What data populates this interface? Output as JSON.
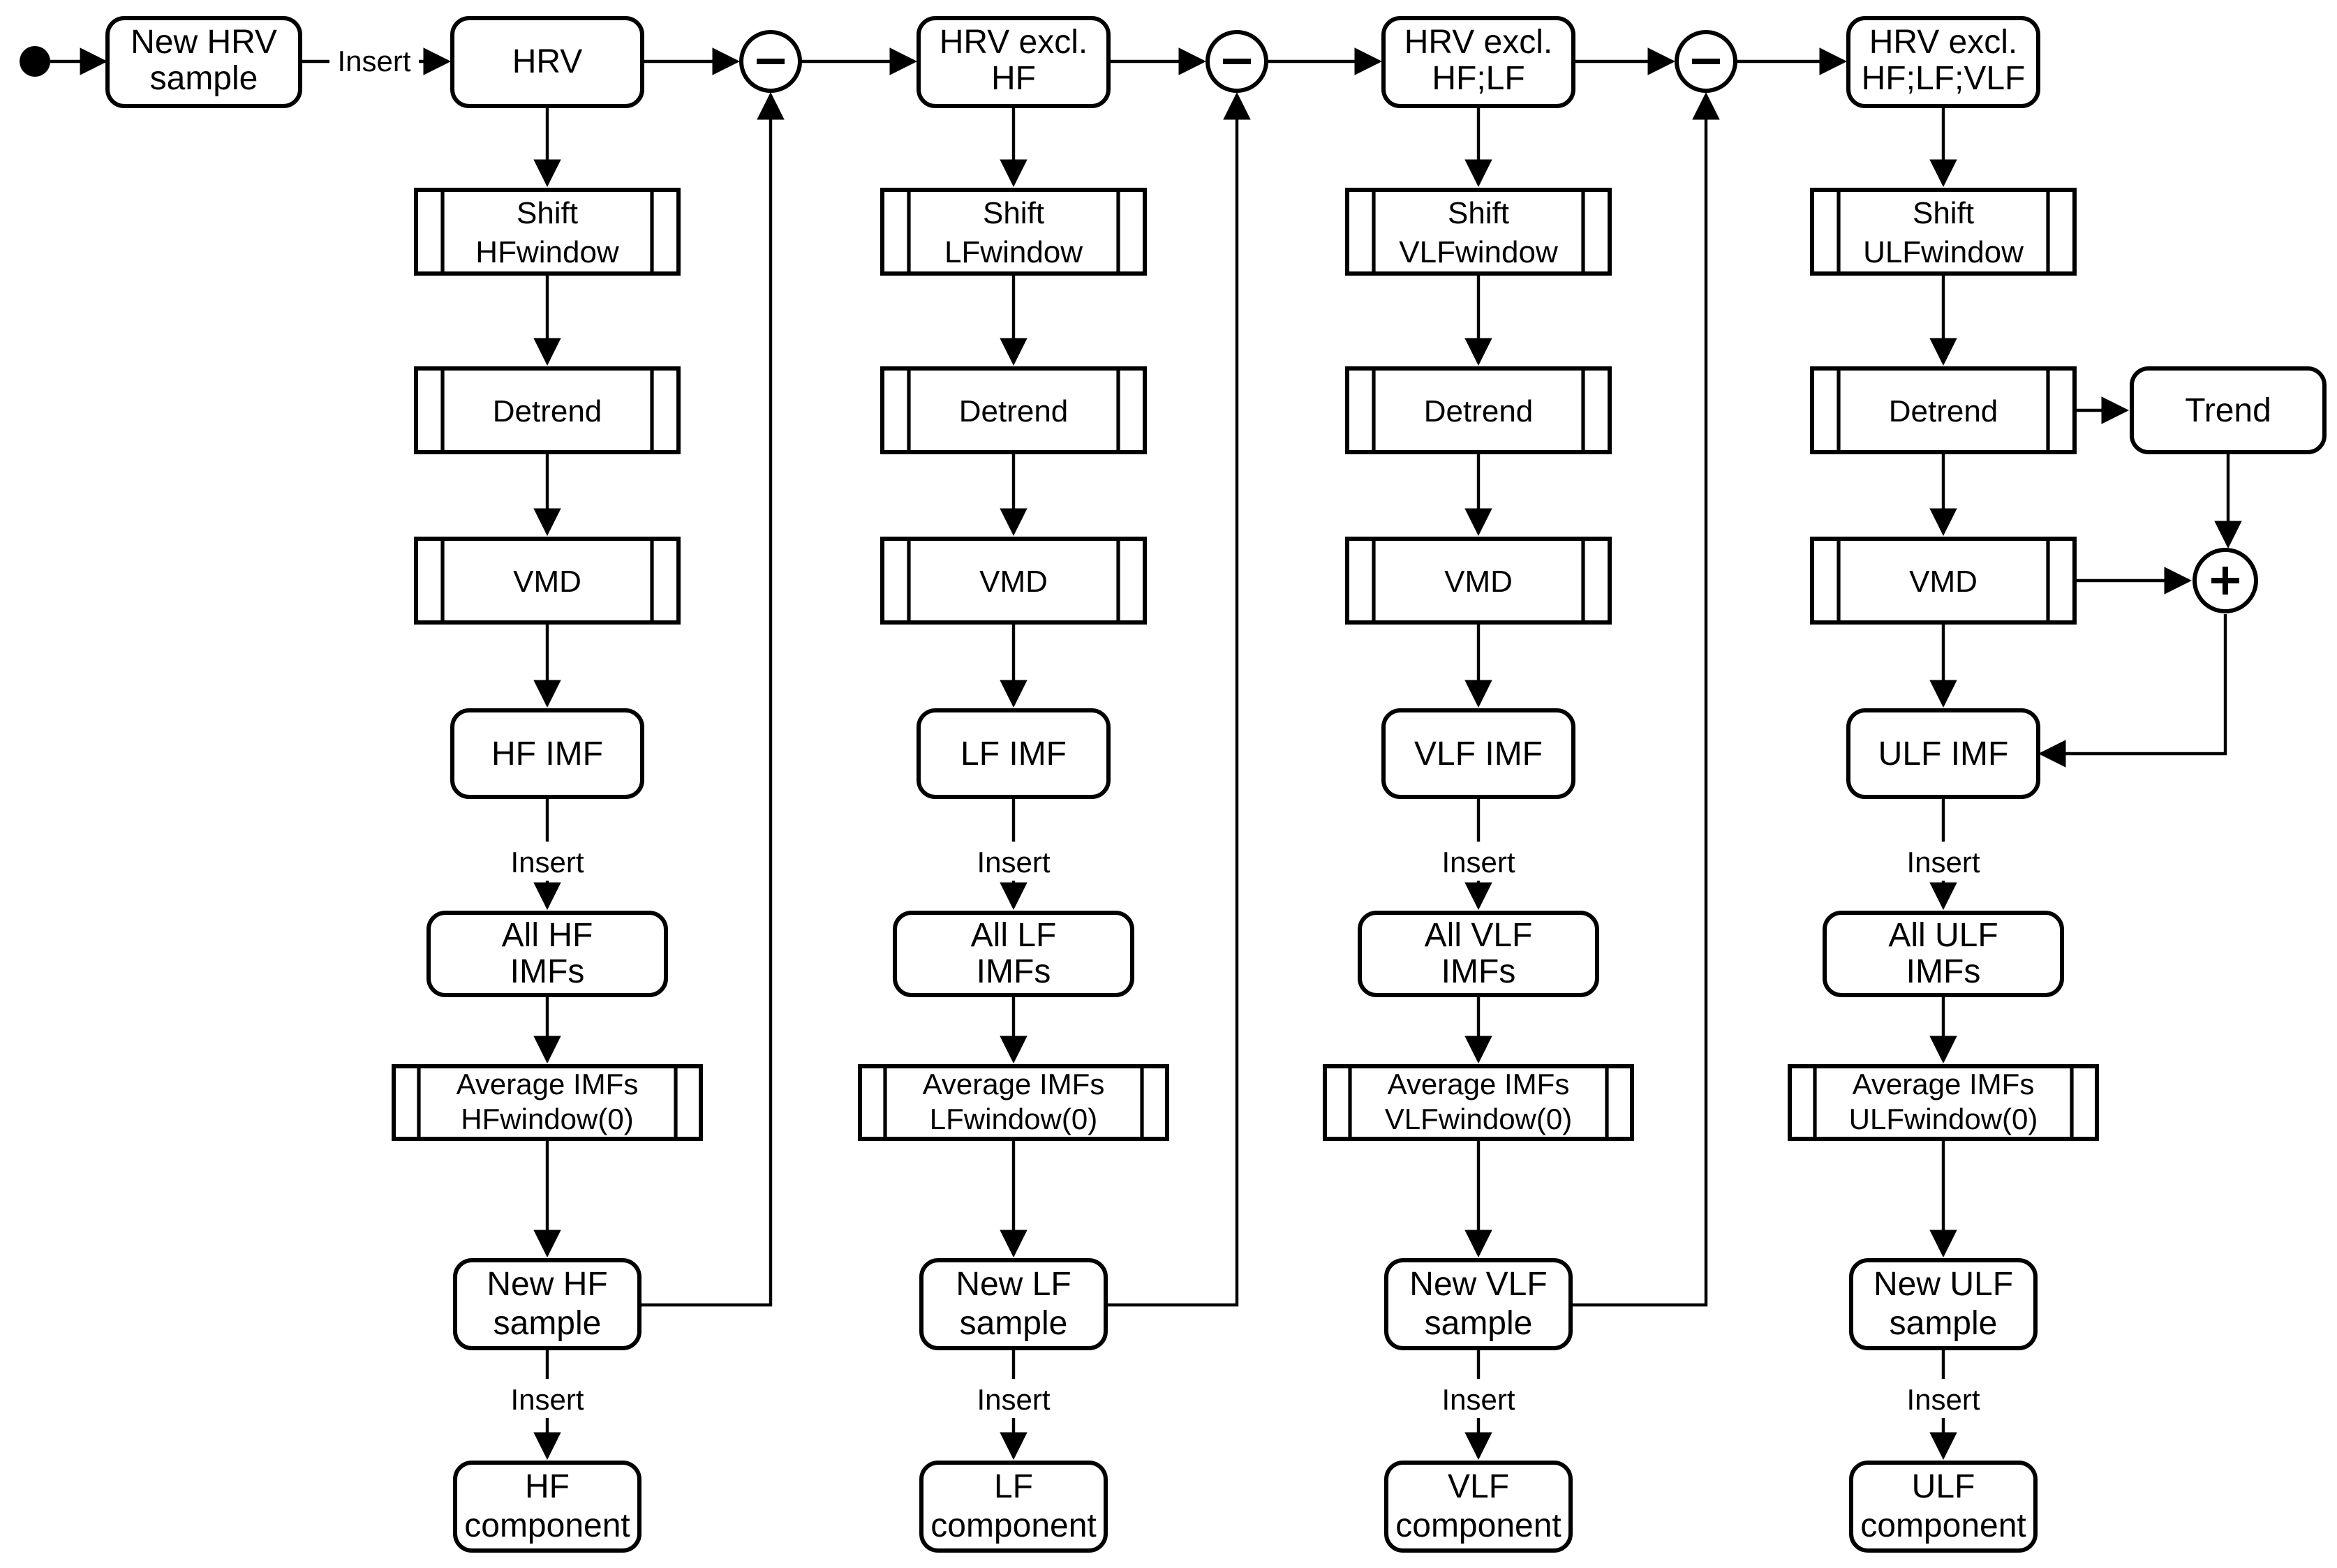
{
  "colors": {
    "background": "#ffffff",
    "stroke": "#000000"
  },
  "icons": {
    "start": "●",
    "minus": "−",
    "plus": "+",
    "arrow": "➤"
  },
  "start_flow": {
    "sample_box": [
      "New HRV",
      "sample"
    ],
    "insert_label": "Insert"
  },
  "trend": {
    "label": "Trend"
  },
  "columns": [
    {
      "band": "HF",
      "source": [
        "HRV",
        ""
      ],
      "shift": [
        "Shift",
        "HFwindow"
      ],
      "detrend_label": "Detrend",
      "vmd_label": "VMD",
      "imf_label": "HF IMF",
      "insert_imf_label": "Insert",
      "all_imfs": [
        "All HF",
        "IMFs"
      ],
      "average": [
        "Average IMFs",
        "HFwindow(0)"
      ],
      "new_sample": [
        "New HF",
        "sample"
      ],
      "insert_component_label": "Insert",
      "component": [
        "HF",
        "component"
      ]
    },
    {
      "band": "LF",
      "source": [
        "HRV excl.",
        "HF"
      ],
      "shift": [
        "Shift",
        "LFwindow"
      ],
      "detrend_label": "Detrend",
      "vmd_label": "VMD",
      "imf_label": "LF IMF",
      "insert_imf_label": "Insert",
      "all_imfs": [
        "All LF",
        "IMFs"
      ],
      "average": [
        "Average IMFs",
        "LFwindow(0)"
      ],
      "new_sample": [
        "New LF",
        "sample"
      ],
      "insert_component_label": "Insert",
      "component": [
        "LF",
        "component"
      ]
    },
    {
      "band": "VLF",
      "source": [
        "HRV excl.",
        "HF;LF"
      ],
      "shift": [
        "Shift",
        "VLFwindow"
      ],
      "detrend_label": "Detrend",
      "vmd_label": "VMD",
      "imf_label": "VLF IMF",
      "insert_imf_label": "Insert",
      "all_imfs": [
        "All VLF",
        "IMFs"
      ],
      "average": [
        "Average IMFs",
        "VLFwindow(0)"
      ],
      "new_sample": [
        "New VLF",
        "sample"
      ],
      "insert_component_label": "Insert",
      "component": [
        "VLF",
        "component"
      ]
    },
    {
      "band": "ULF",
      "source": [
        "HRV excl.",
        "HF;LF;VLF"
      ],
      "shift": [
        "Shift",
        "ULFwindow"
      ],
      "detrend_label": "Detrend",
      "vmd_label": "VMD",
      "imf_label": "ULF IMF",
      "insert_imf_label": "Insert",
      "all_imfs": [
        "All ULF",
        "IMFs"
      ],
      "average": [
        "Average IMFs",
        "ULFwindow(0)"
      ],
      "new_sample": [
        "New ULF",
        "sample"
      ],
      "insert_component_label": "Insert",
      "component": [
        "ULF",
        "component"
      ]
    }
  ]
}
